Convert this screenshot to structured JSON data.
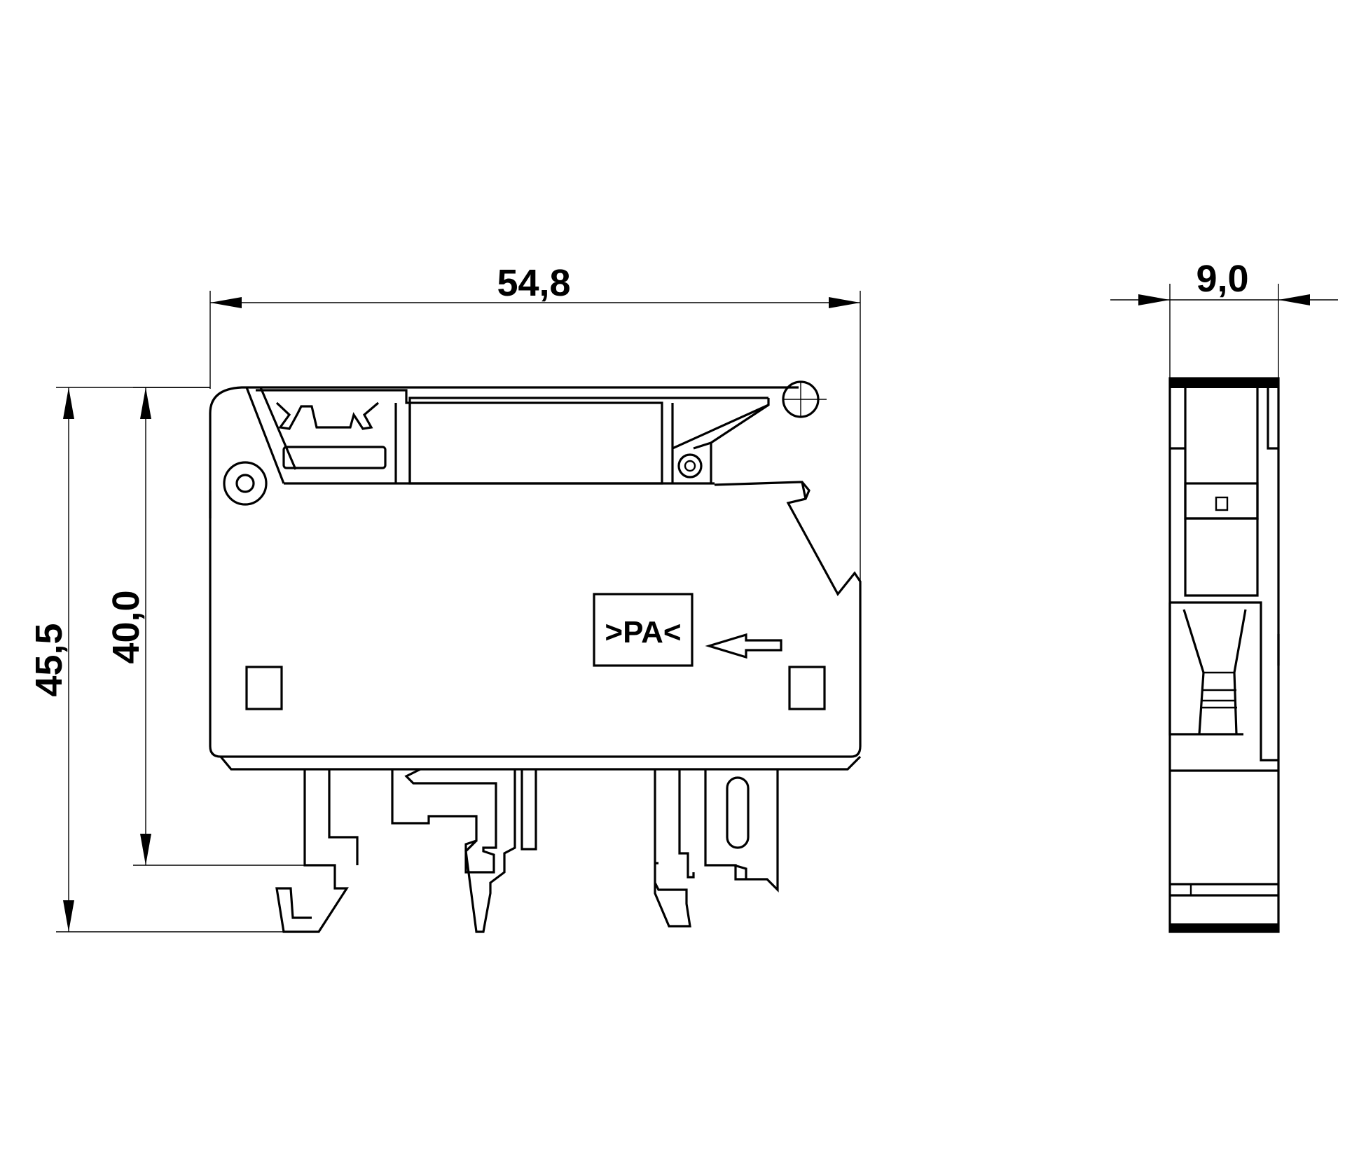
{
  "dimensions": {
    "width_front": "54,8",
    "width_side": "9,0",
    "height_total": "45,5",
    "height_body": "40,0"
  },
  "marking": {
    "label": ">PA<"
  }
}
